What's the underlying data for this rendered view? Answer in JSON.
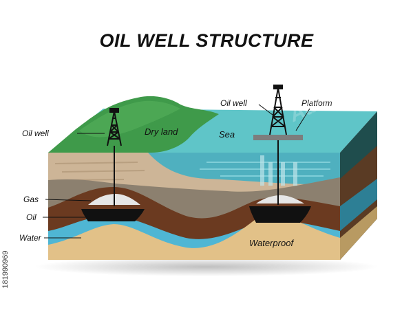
{
  "title": "OIL WELL STRUCTURE",
  "stock_id": "181990969",
  "watermark": "Adobe",
  "labels": {
    "oil_well_land": "Oil well",
    "dry_land": "Dry land",
    "sea": "Sea",
    "oil_well_sea": "Oil well",
    "platform": "Platform",
    "gas": "Gas",
    "oil": "Oil",
    "water": "Water",
    "waterproof": "Waterproof"
  },
  "colors": {
    "land": "#3f9a4a",
    "sea": "#5fc5c8",
    "sand_top": "#cdb597",
    "rock_gray": "#8c806f",
    "brown": "#6b3a20",
    "water_blue": "#4fb6d4",
    "sand_bottom": "#e2c188",
    "oil": "#111111",
    "side_dark": "#1f4d4d"
  }
}
